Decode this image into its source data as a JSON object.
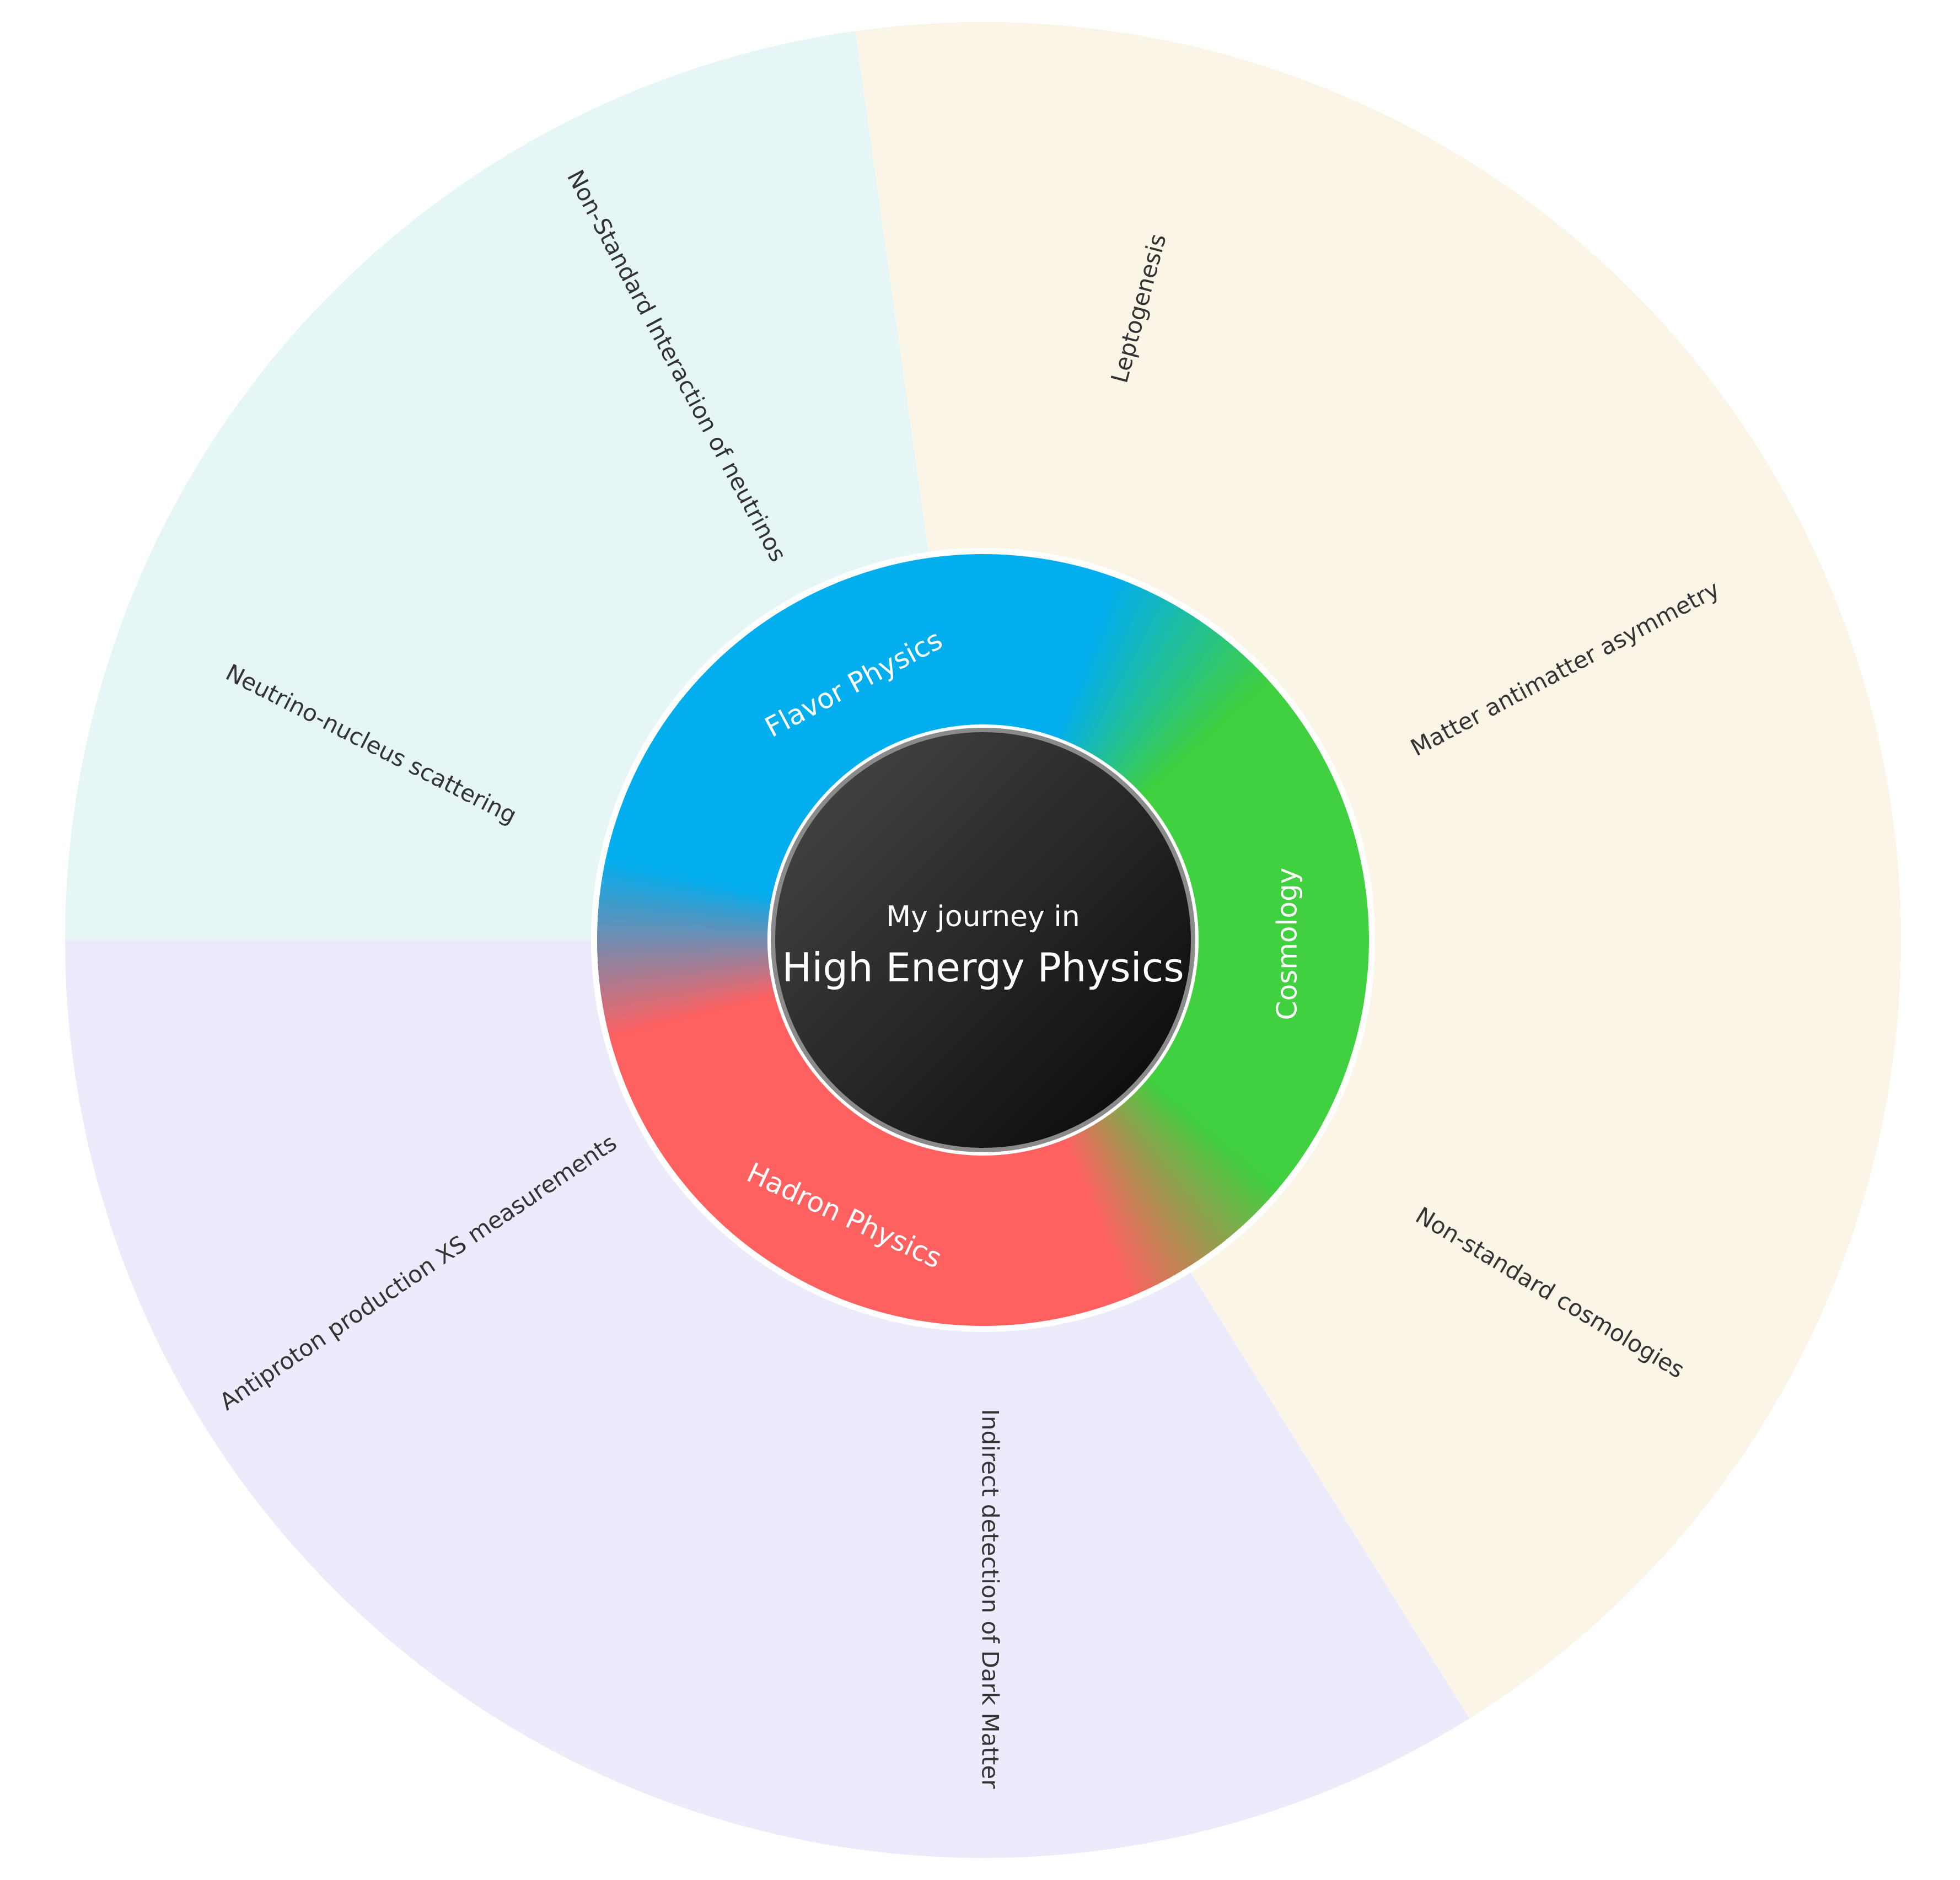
{
  "center": {
    "line1": "My journey in",
    "line2": "High Energy Physics"
  },
  "colors": {
    "flavor": "#03aeee",
    "cosmology": "#40d040",
    "hadron": "#ff6060",
    "outer_flavor": "#e6f6f6",
    "outer_cosmology": "#fbf5e8",
    "outer_hadron": "#ebebfc",
    "core_light": "#4a4a4a",
    "core_dark": "#050505"
  },
  "categories": [
    {
      "id": "flavor",
      "label": "Flavor Physics"
    },
    {
      "id": "cosmology",
      "label": "Cosmology"
    },
    {
      "id": "hadron",
      "label": "Hadron Physics"
    }
  ],
  "topics": [
    {
      "label": "Leptogenesis",
      "category": "cosmology"
    },
    {
      "label": "Matter antimatter asymmetry",
      "category": "cosmology"
    },
    {
      "label": "Non-standard cosmologies",
      "category": "cosmology"
    },
    {
      "label": "Indirect detection of Dark Matter",
      "category": "hadron"
    },
    {
      "label": "Antiproton production XS measurements",
      "category": "hadron"
    },
    {
      "label": "Neutrino-nucleus scattering",
      "category": "flavor"
    },
    {
      "label": "Non-Standard Interaction of neutrinos",
      "category": "flavor"
    }
  ]
}
